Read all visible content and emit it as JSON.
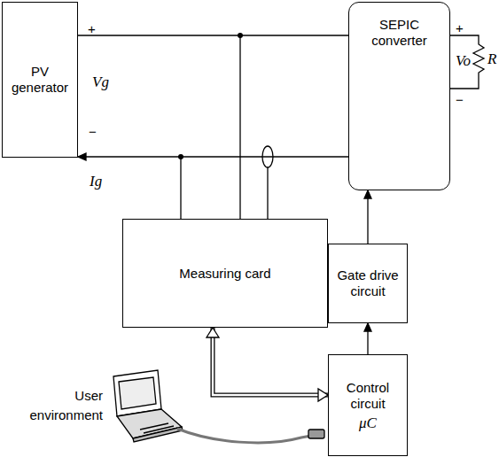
{
  "diagram": {
    "nodes": [
      {
        "text": [
          "PV generator"
        ]
      },
      {
        "text": [
          "SEPIC converter"
        ]
      },
      {
        "text": [
          "Measuring card"
        ]
      },
      {
        "text": [
          "Gate drive circuit"
        ]
      },
      {
        "text": [
          "Control circuit",
          "μC"
        ]
      }
    ],
    "edges": [
      {
        "from": 0,
        "to": 1,
        "arrow": "none"
      },
      {
        "from": 1,
        "to": 0,
        "arrow": "to"
      },
      {
        "from": 2,
        "to": 4,
        "arrow": "both"
      },
      {
        "from": 4,
        "to": 3,
        "arrow": "to"
      },
      {
        "from": 3,
        "to": 1,
        "arrow": "to"
      }
    ],
    "labels": [
      "+",
      "Vg",
      "−",
      "Ig",
      "+",
      "Vo",
      "−",
      "R",
      "User environment"
    ]
  }
}
